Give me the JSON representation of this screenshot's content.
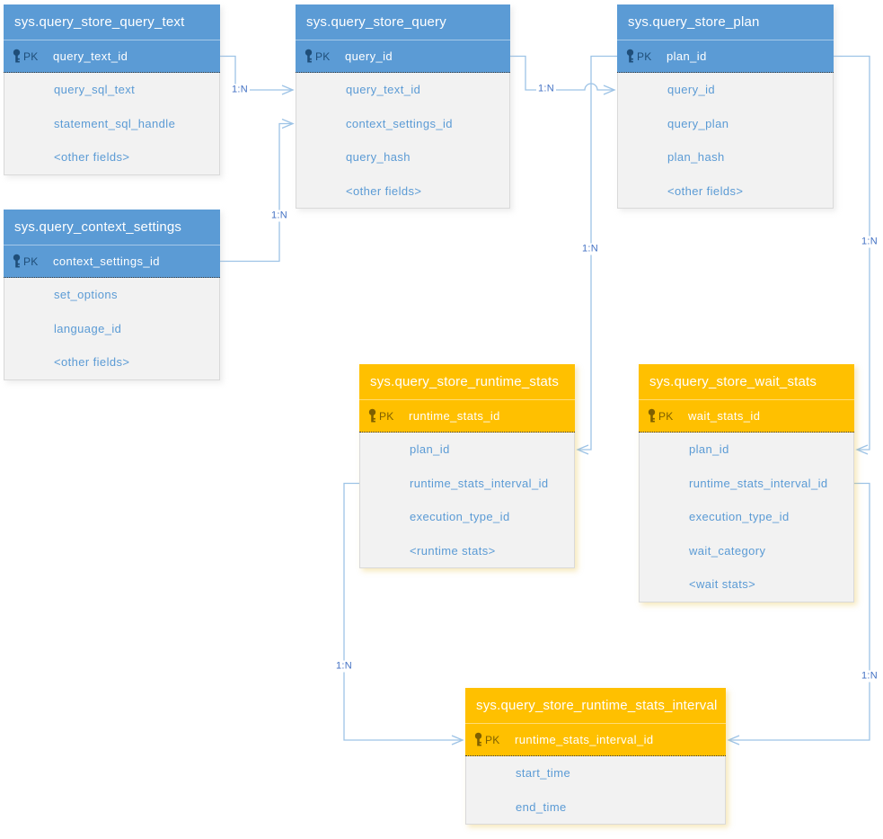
{
  "colors": {
    "blue_header": "#5B9BD5",
    "blue_key": "#1F4E79",
    "orange_header": "#FFC000",
    "orange_key": "#7F6000",
    "field_text": "#5B9BD5",
    "body_bg": "#F2F2F2",
    "connector_line": "#9DC3E6",
    "connector_label_text": "#4472C4"
  },
  "diagram": {
    "tables": [
      {
        "title": "sys.query_store_query_text",
        "theme": "blue",
        "pk_label": "PK",
        "pk_field": "query_text_id",
        "fields": [
          "query_sql_text",
          "statement_sql_handle",
          "<other fields>"
        ]
      },
      {
        "title": "sys.query_store_query",
        "theme": "blue",
        "pk_label": "PK",
        "pk_field": "query_id",
        "fields": [
          "query_text_id",
          "context_settings_id",
          "query_hash",
          "<other fields>"
        ]
      },
      {
        "title": "sys.query_store_plan",
        "theme": "blue",
        "pk_label": "PK",
        "pk_field": "plan_id",
        "fields": [
          "query_id",
          "query_plan",
          "plan_hash",
          "<other fields>"
        ]
      },
      {
        "title": "sys.query_context_settings",
        "theme": "blue",
        "pk_label": "PK",
        "pk_field": "context_settings_id",
        "fields": [
          "set_options",
          "language_id",
          "<other fields>"
        ]
      },
      {
        "title": "sys.query_store_runtime_stats",
        "theme": "orange",
        "pk_label": "PK",
        "pk_field": "runtime_stats_id",
        "fields": [
          "plan_id",
          "runtime_stats_interval_id",
          "execution_type_id",
          "<runtime stats>"
        ]
      },
      {
        "title": "sys.query_store_wait_stats",
        "theme": "orange",
        "pk_label": "PK",
        "pk_field": "wait_stats_id",
        "fields": [
          "plan_id",
          "runtime_stats_interval_id",
          "execution_type_id",
          "wait_category",
          "<wait stats>"
        ]
      },
      {
        "title": "sys.query_store_runtime_stats_interval",
        "theme": "orange",
        "pk_label": "PK",
        "pk_field": "runtime_stats_interval_id",
        "fields": [
          "start_time",
          "end_time"
        ]
      }
    ],
    "connectors": [
      {
        "label": "1:N",
        "from": "sys.query_store_query_text.query_text_id",
        "to": "sys.query_store_query.query_text_id"
      },
      {
        "label": "1:N",
        "from": "sys.query_context_settings.context_settings_id",
        "to": "sys.query_store_query.context_settings_id"
      },
      {
        "label": "1:N",
        "from": "sys.query_store_query.query_id",
        "to": "sys.query_store_plan.query_id"
      },
      {
        "label": "1:N",
        "from": "sys.query_store_plan.plan_id",
        "to": "sys.query_store_runtime_stats.plan_id"
      },
      {
        "label": "1:N",
        "from": "sys.query_store_plan.plan_id",
        "to": "sys.query_store_wait_stats.plan_id"
      },
      {
        "label": "1:N",
        "from": "sys.query_store_runtime_stats.runtime_stats_interval_id",
        "to": "sys.query_store_runtime_stats_interval.runtime_stats_interval_id"
      },
      {
        "label": "1:N",
        "from": "sys.query_store_wait_stats.runtime_stats_interval_id",
        "to": "sys.query_store_runtime_stats_interval.runtime_stats_interval_id"
      }
    ]
  }
}
